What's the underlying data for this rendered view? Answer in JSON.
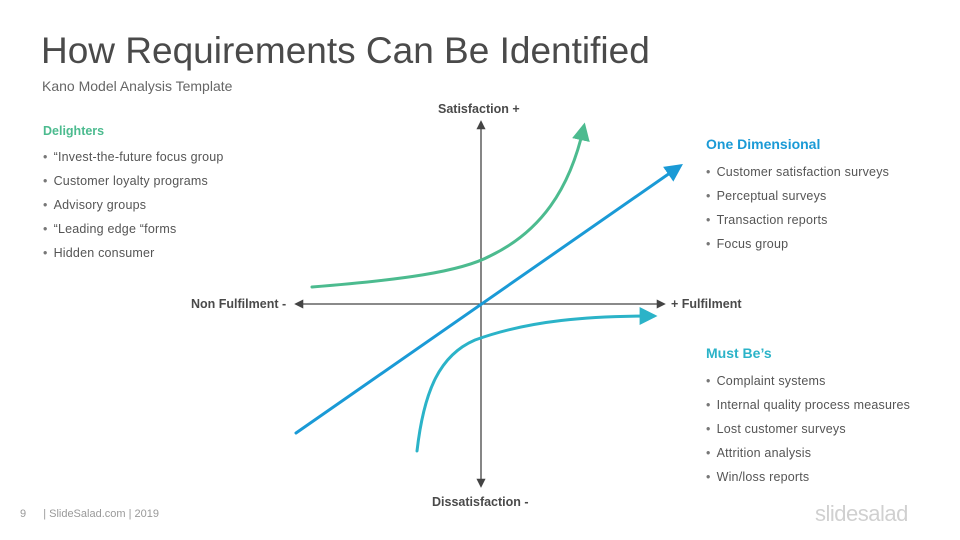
{
  "header": {
    "title": "How Requirements Can Be Identified",
    "subtitle": "Kano Model Analysis Template"
  },
  "axes": {
    "top": "Satisfaction +",
    "bottom": "Dissatisfaction -",
    "left": "Non Fulfilment -",
    "right": "+ Fulfilment"
  },
  "colors": {
    "delighters": "#4cbb8f",
    "one_dimensional": "#1a9ad6",
    "must_be": "#2bb3c8",
    "axis": "#444444"
  },
  "groups": {
    "delighters": {
      "title": "Delighters",
      "items": [
        "“Invest-the-future focus group",
        "Customer loyalty programs",
        "Advisory groups",
        "“Leading edge “forms",
        "Hidden consumer"
      ]
    },
    "one_dimensional": {
      "title": "One Dimensional",
      "items": [
        "Customer satisfaction surveys",
        "Perceptual surveys",
        "Transaction reports",
        "Focus group"
      ]
    },
    "must_be": {
      "title": "Must Be’s",
      "items": [
        "Complaint systems",
        "Internal quality process measures",
        "Lost customer surveys",
        "Attrition analysis",
        "Win/loss reports"
      ]
    }
  },
  "footer": {
    "page_number": "9",
    "credit": "| SlideSalad.com | 2019",
    "brand": "slidesalad"
  }
}
